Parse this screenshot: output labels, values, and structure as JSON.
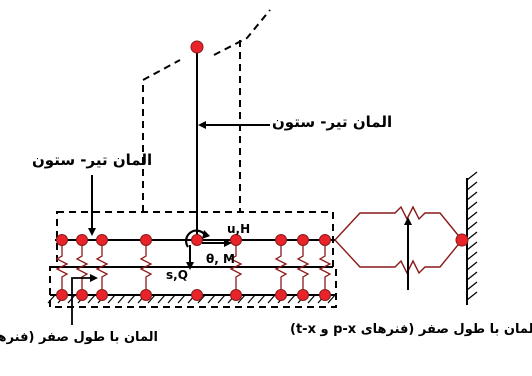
{
  "labels": {
    "beam_column_top": "المان تیر- ستون",
    "beam_column_left": "المان تیر- ستون",
    "zero_length_px_tx": "المان با طول صفر (فنرهای p-x و t-x)",
    "zero_length_qz": "المان با طول صفر (فنرهای q-z"
  },
  "symbols": {
    "uH": "u,H",
    "thetaM": "θ, M",
    "sQ": "s,Q"
  },
  "colors": {
    "node": "#e8242a",
    "spring": "#8b1a1a",
    "line": "#000000"
  }
}
